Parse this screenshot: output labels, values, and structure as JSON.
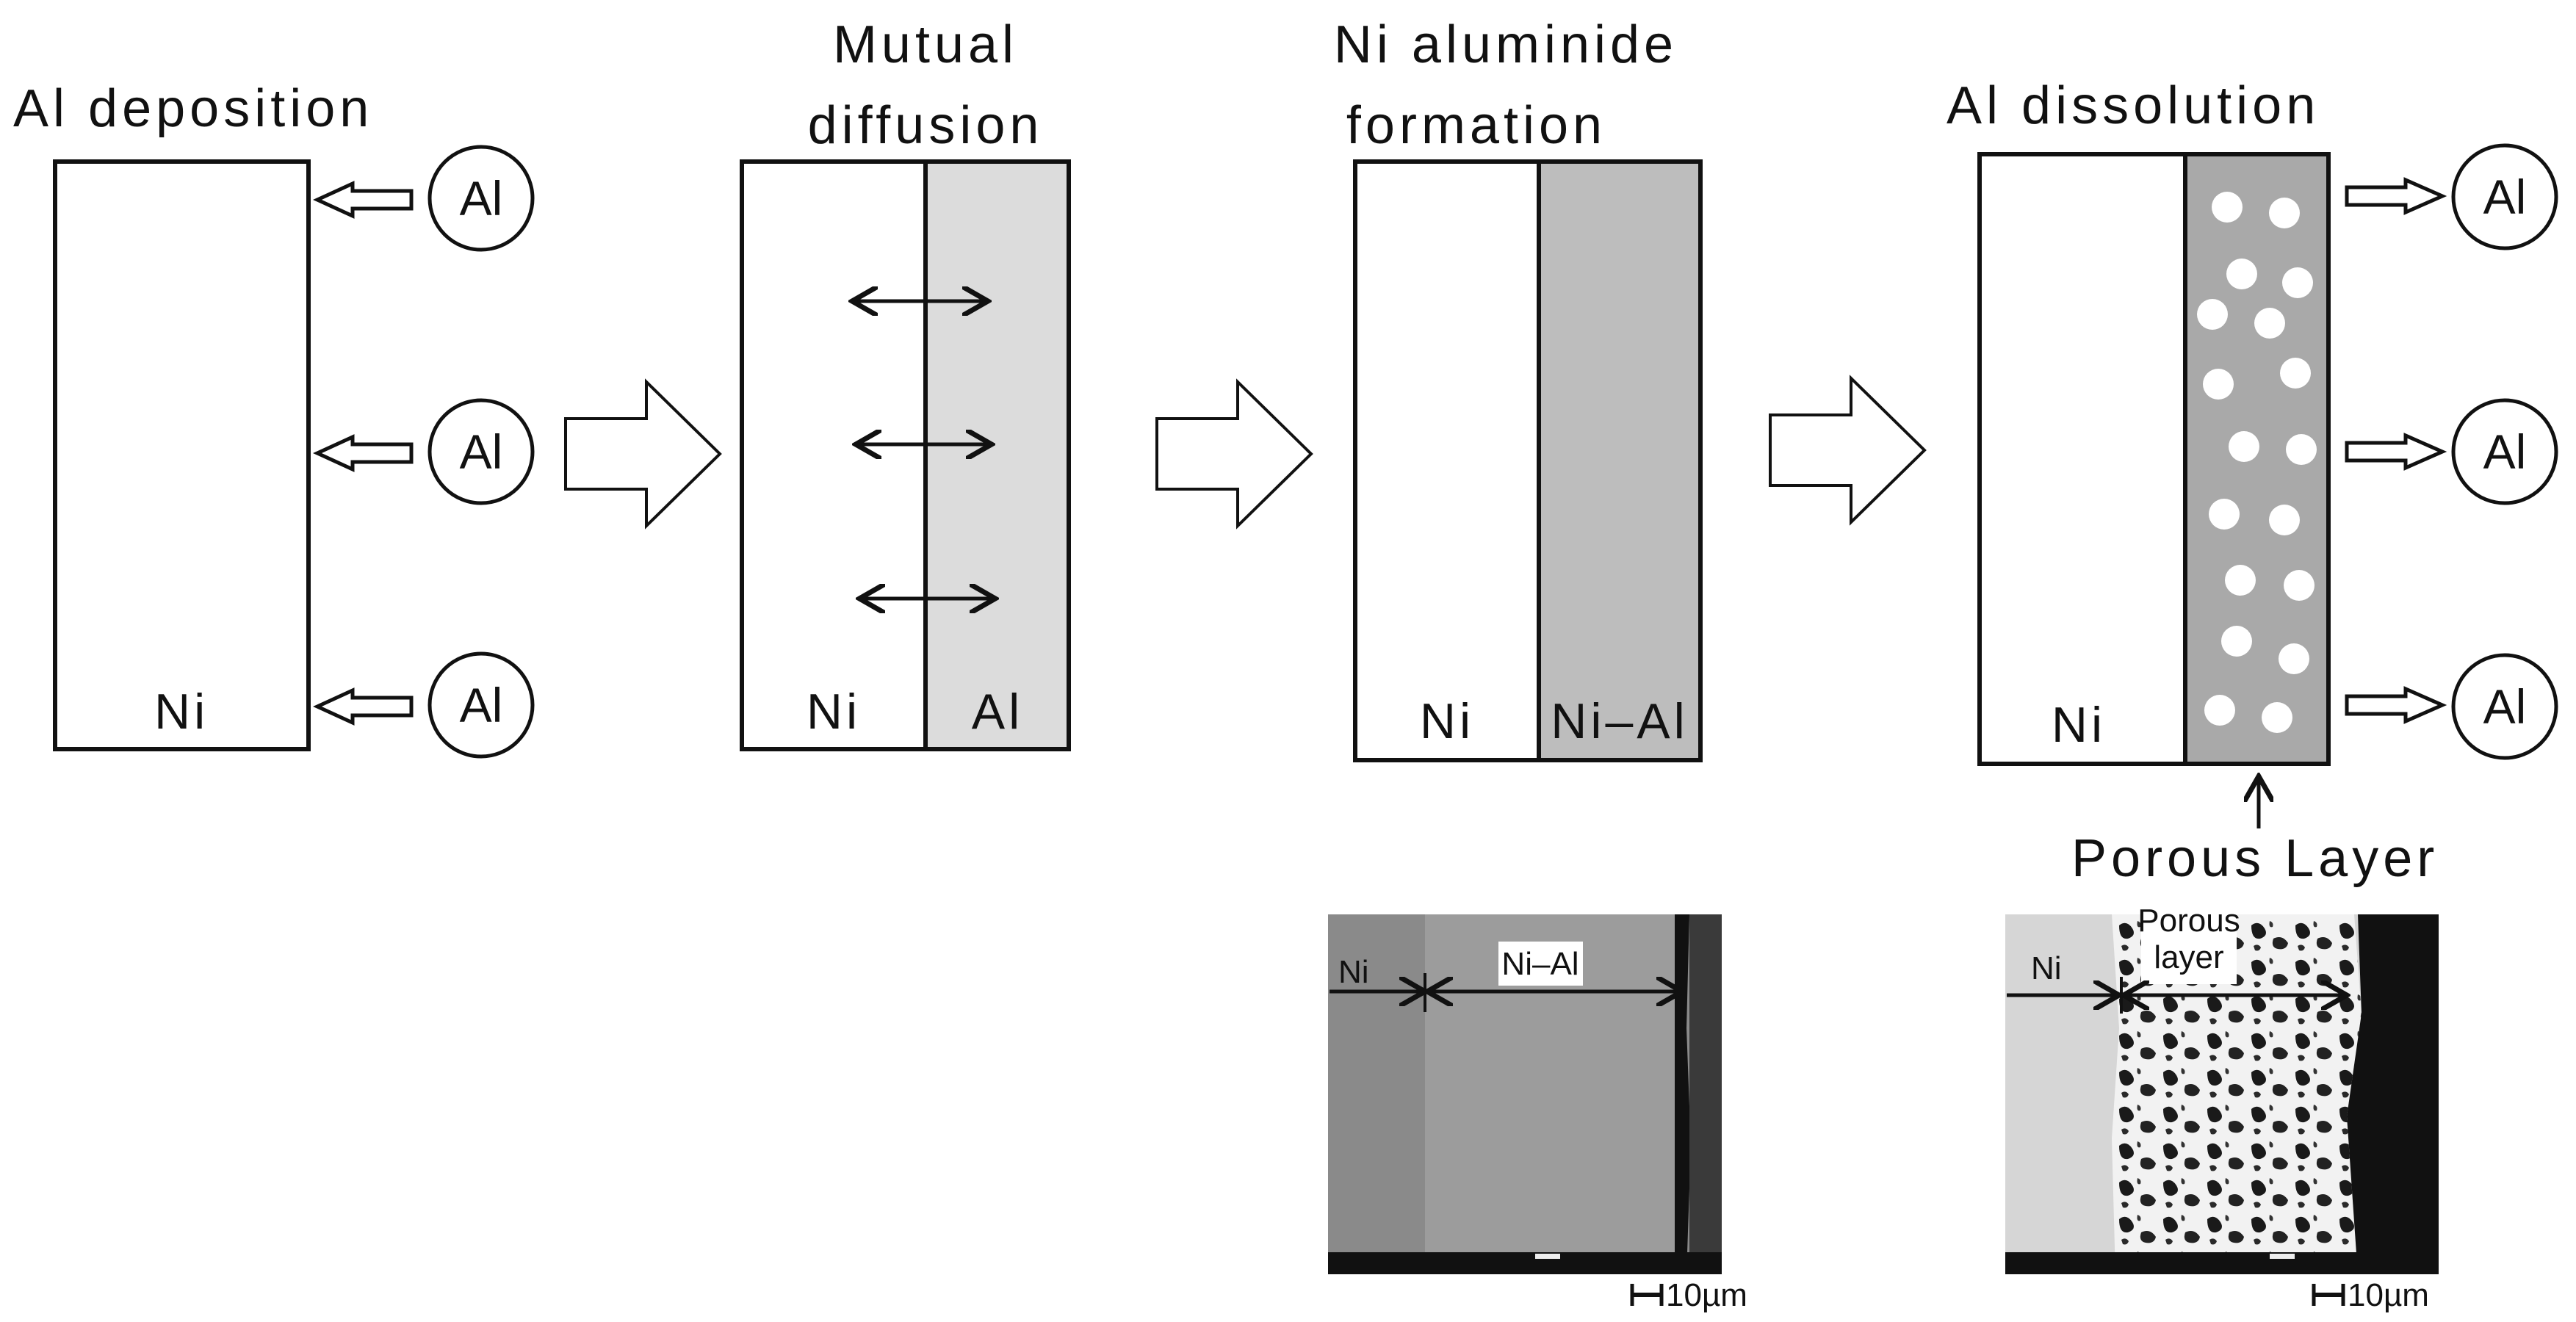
{
  "stages": {
    "deposition": {
      "title": "Al deposition",
      "layer": "Ni",
      "atoms": [
        "Al",
        "Al",
        "Al"
      ]
    },
    "diffusion": {
      "title_line1": "Mutual",
      "title_line2": "diffusion",
      "layer_left": "Ni",
      "layer_right": "Al"
    },
    "formation": {
      "title_line1": "Ni aluminide",
      "title_line2": "formation",
      "layer_left": "Ni",
      "layer_right": "Ni–Al"
    },
    "dissolution": {
      "title": "Al dissolution",
      "layer": "Ni",
      "atoms": [
        "Al",
        "Al",
        "Al"
      ],
      "callout": "Porous Layer"
    }
  },
  "micrographs": {
    "left": {
      "label_ni": "Ni",
      "label_layer": "Ni–Al",
      "scale": "10µm"
    },
    "right": {
      "label_ni": "Ni",
      "label_layer_line1": "Porous",
      "label_layer_line2": "layer",
      "scale": "10µm"
    }
  },
  "colors": {
    "al_fill": "#dcdcdc",
    "ni_al_fill": "#bdbdbd",
    "porous_fill": "#a9a9a9",
    "stroke": "#111111"
  }
}
